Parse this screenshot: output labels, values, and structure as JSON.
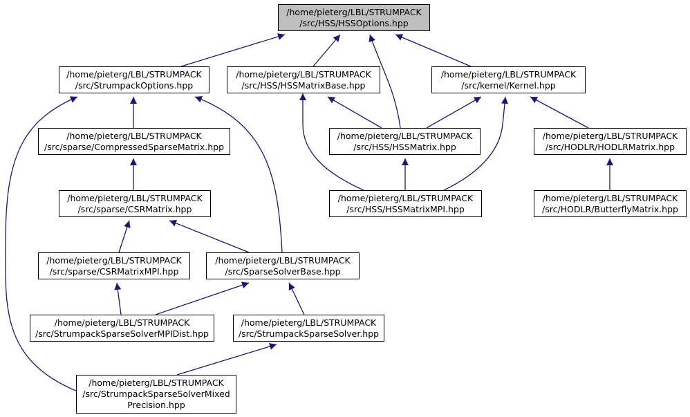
{
  "graph": {
    "nodes": {
      "hssoptions": [
        "/home/pieterg/LBL/STRUMPACK",
        "/src/HSS/HSSOptions.hpp"
      ],
      "strumpackoptions": [
        "/home/pieterg/LBL/STRUMPACK",
        "/src/StrumpackOptions.hpp"
      ],
      "hssmatrixbase": [
        "/home/pieterg/LBL/STRUMPACK",
        "/src/HSS/HSSMatrixBase.hpp"
      ],
      "kernel": [
        "/home/pieterg/LBL/STRUMPACK",
        "/src/kernel/Kernel.hpp"
      ],
      "compressedsparsematrix": [
        "/home/pieterg/LBL/STRUMPACK",
        "/src/sparse/CompressedSparseMatrix.hpp"
      ],
      "hssmatrix": [
        "/home/pieterg/LBL/STRUMPACK",
        "/src/HSS/HSSMatrix.hpp"
      ],
      "hodlrmatrix": [
        "/home/pieterg/LBL/STRUMPACK",
        "/src/HODLR/HODLRMatrix.hpp"
      ],
      "csrmatrix": [
        "/home/pieterg/LBL/STRUMPACK",
        "/src/sparse/CSRMatrix.hpp"
      ],
      "hssmatrixmpi": [
        "/home/pieterg/LBL/STRUMPACK",
        "/src/HSS/HSSMatrixMPI.hpp"
      ],
      "butterflymatrix": [
        "/home/pieterg/LBL/STRUMPACK",
        "/src/HODLR/ButterflyMatrix.hpp"
      ],
      "csrmatrixmpi": [
        "/home/pieterg/LBL/STRUMPACK",
        "/src/sparse/CSRMatrixMPI.hpp"
      ],
      "sparsesolverbase": [
        "/home/pieterg/LBL/STRUMPACK",
        "/src/SparseSolverBase.hpp"
      ],
      "sparsesolvermpidist": [
        "/home/pieterg/LBL/STRUMPACK",
        "/src/StrumpackSparseSolverMPIDist.hpp"
      ],
      "sparsesolver": [
        "/home/pieterg/LBL/STRUMPACK",
        "/src/StrumpackSparseSolver.hpp"
      ],
      "sparsesolvermixed": [
        "/home/pieterg/LBL/STRUMPACK",
        "/src/StrumpackSparseSolverMixed",
        "Precision.hpp"
      ]
    },
    "focus_node": "hssoptions",
    "colors": {
      "edge": "#191970",
      "focus_fill": "#bfbfbf",
      "node_fill": "#ffffff",
      "node_border": "#000000"
    },
    "edges": [
      [
        "strumpackoptions",
        "hssoptions"
      ],
      [
        "hssmatrixbase",
        "hssoptions"
      ],
      [
        "hssmatrix",
        "hssoptions"
      ],
      [
        "kernel",
        "hssoptions"
      ],
      [
        "compressedsparsematrix",
        "strumpackoptions"
      ],
      [
        "sparsesolverbase",
        "strumpackoptions"
      ],
      [
        "sparsesolvermixed",
        "strumpackoptions"
      ],
      [
        "hssmatrix",
        "hssmatrixbase"
      ],
      [
        "hssmatrixmpi",
        "hssmatrixbase"
      ],
      [
        "hssmatrix",
        "kernel"
      ],
      [
        "hodlrmatrix",
        "kernel"
      ],
      [
        "hssmatrixmpi",
        "kernel"
      ],
      [
        "csrmatrix",
        "compressedsparsematrix"
      ],
      [
        "hssmatrixmpi",
        "hssmatrix"
      ],
      [
        "butterflymatrix",
        "hodlrmatrix"
      ],
      [
        "csrmatrixmpi",
        "csrmatrix"
      ],
      [
        "sparsesolverbase",
        "csrmatrix"
      ],
      [
        "sparsesolvermpidist",
        "csrmatrixmpi"
      ],
      [
        "sparsesolvermpidist",
        "sparsesolverbase"
      ],
      [
        "sparsesolver",
        "sparsesolverbase"
      ],
      [
        "sparsesolvermixed",
        "sparsesolver"
      ]
    ]
  }
}
